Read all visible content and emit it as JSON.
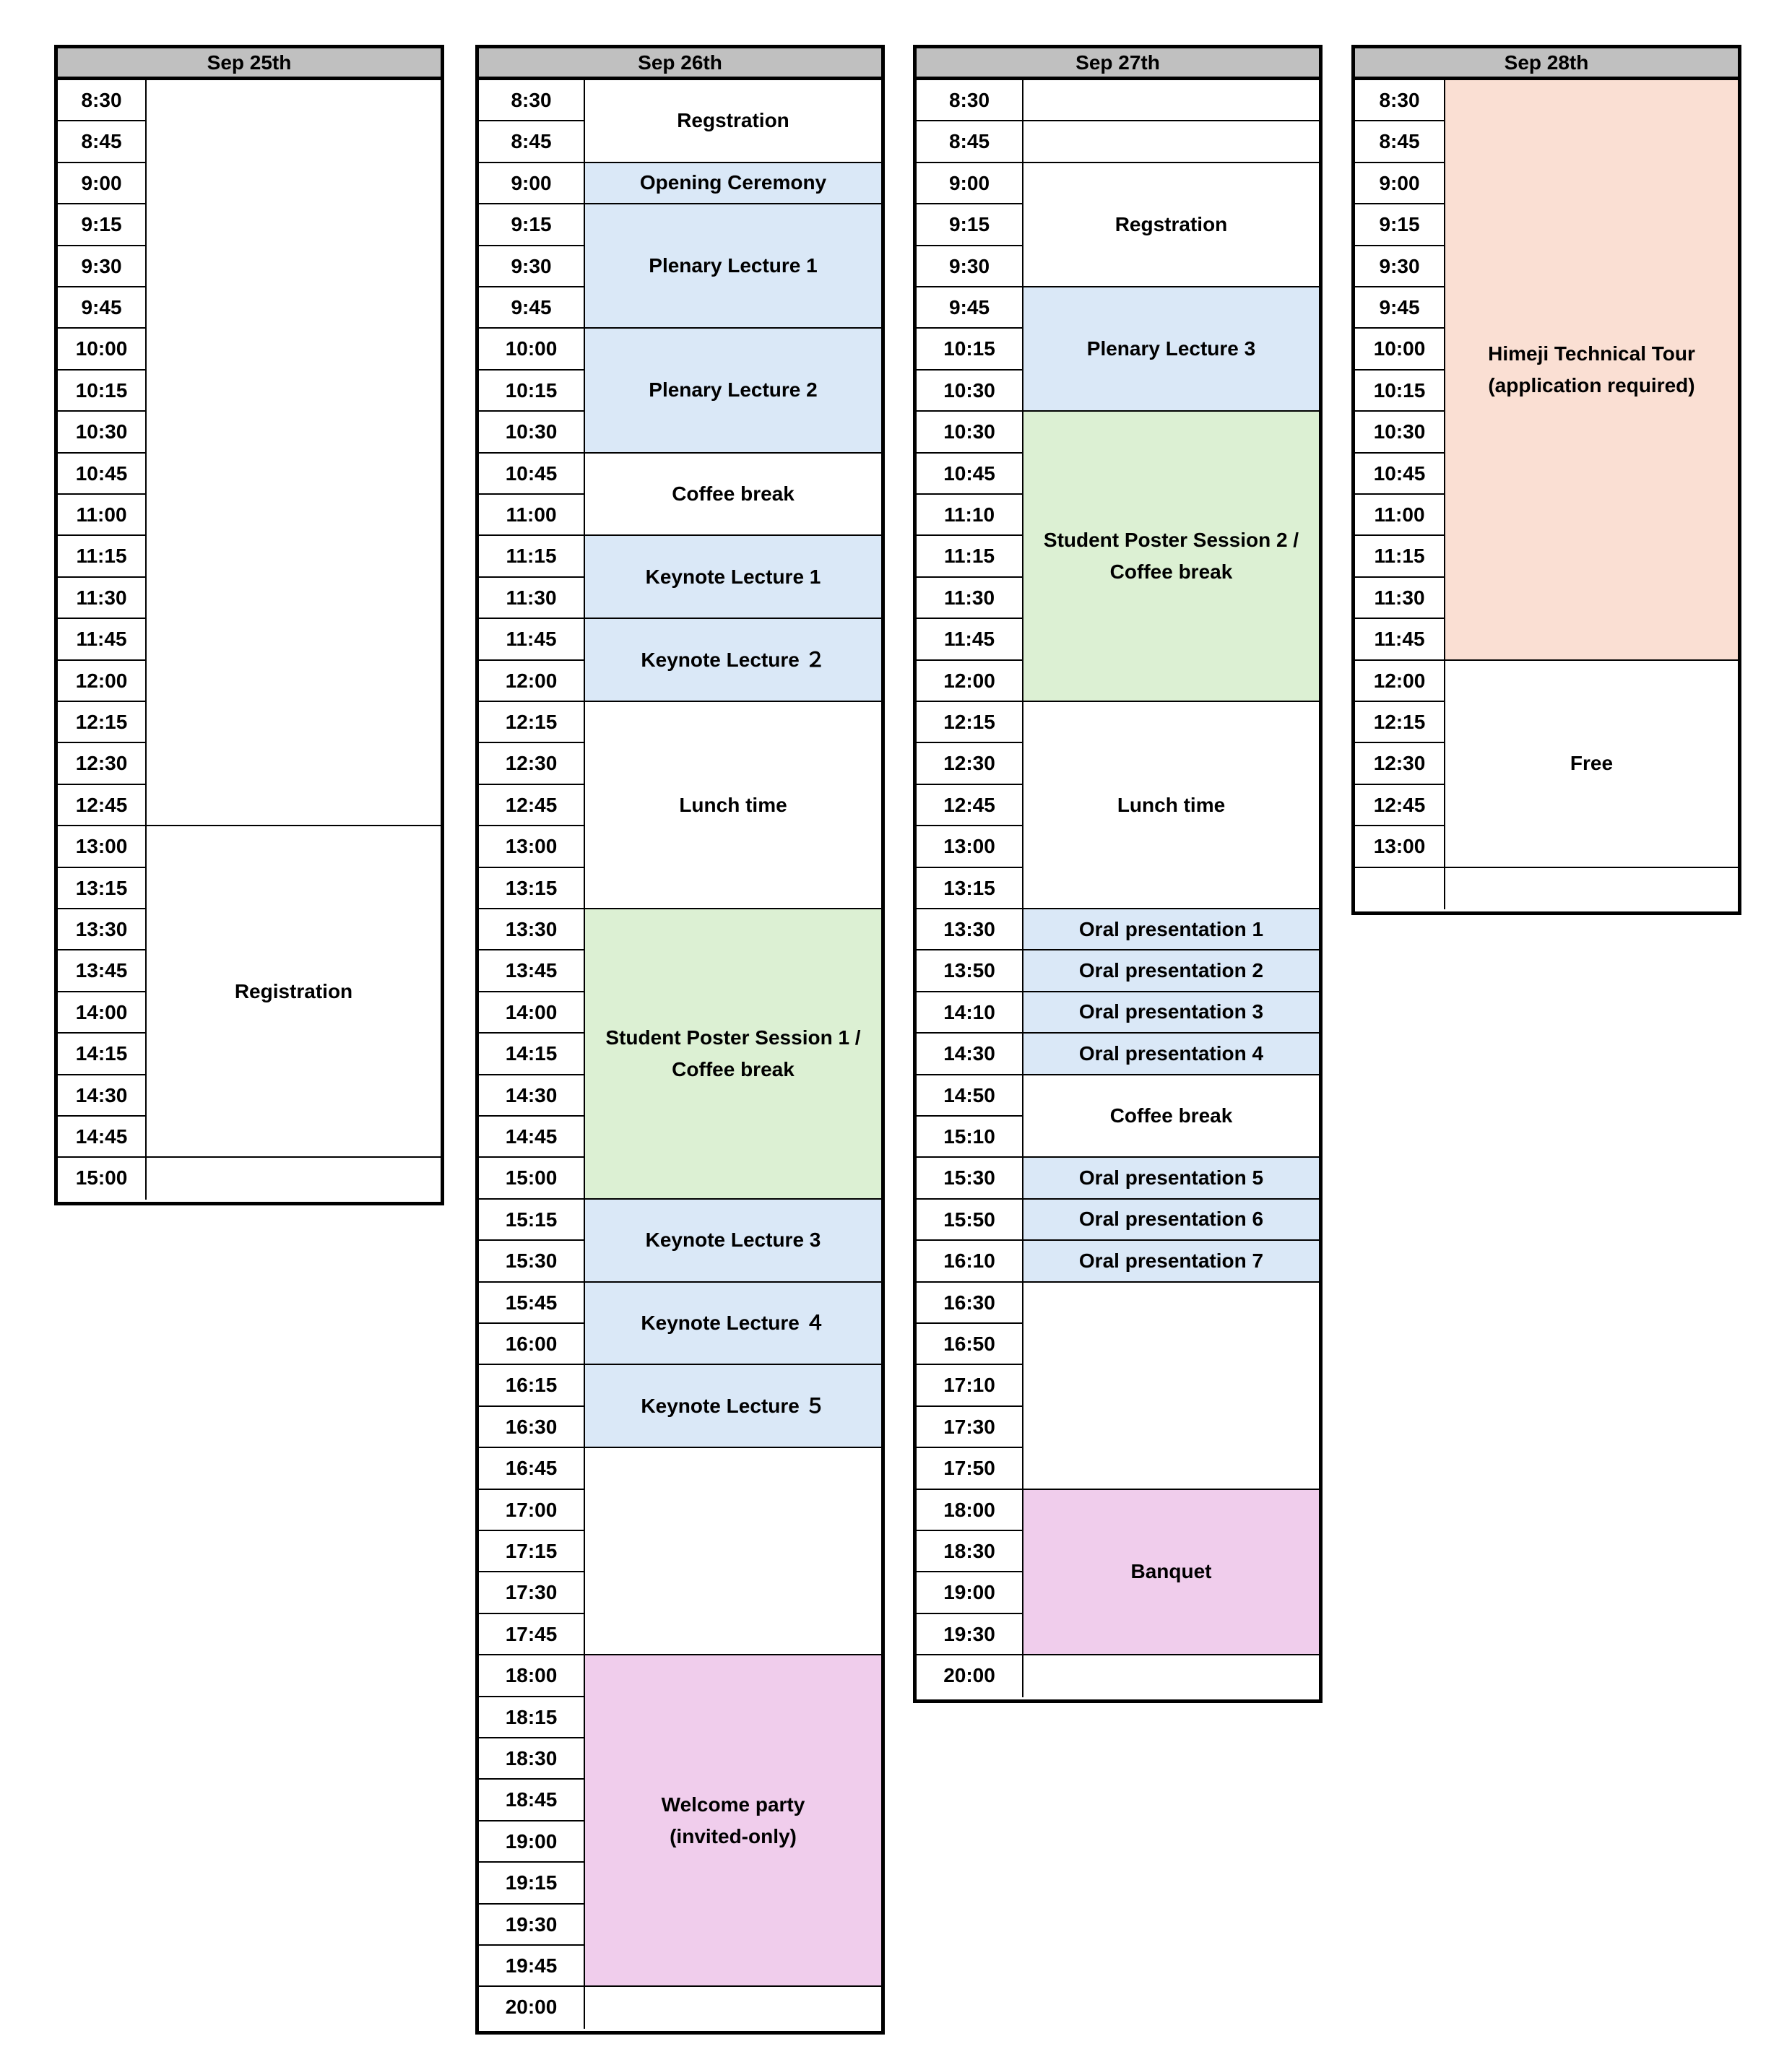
{
  "days": [
    {
      "header": "Sep 25th",
      "times": [
        "8:30",
        "8:45",
        "9:00",
        "9:15",
        "9:30",
        "9:45",
        "10:00",
        "10:15",
        "10:30",
        "10:45",
        "11:00",
        "11:15",
        "11:30",
        "11:45",
        "12:00",
        "12:15",
        "12:30",
        "12:45",
        "13:00",
        "13:15",
        "13:30",
        "13:45",
        "14:00",
        "14:15",
        "14:30",
        "14:45",
        "15:00"
      ],
      "events": [
        {
          "label": "",
          "start": 0,
          "span": 18,
          "color": "white"
        },
        {
          "label": "Registration",
          "start": 18,
          "span": 8,
          "color": "white"
        },
        {
          "label": "",
          "start": 26,
          "span": 1,
          "color": "white"
        }
      ]
    },
    {
      "header": "Sep 26th",
      "times": [
        "8:30",
        "8:45",
        "9:00",
        "9:15",
        "9:30",
        "9:45",
        "10:00",
        "10:15",
        "10:30",
        "10:45",
        "11:00",
        "11:15",
        "11:30",
        "11:45",
        "12:00",
        "12:15",
        "12:30",
        "12:45",
        "13:00",
        "13:15",
        "13:30",
        "13:45",
        "14:00",
        "14:15",
        "14:30",
        "14:45",
        "15:00",
        "15:15",
        "15:30",
        "15:45",
        "16:00",
        "16:15",
        "16:30",
        "16:45",
        "17:00",
        "17:15",
        "17:30",
        "17:45",
        "18:00",
        "18:15",
        "18:30",
        "18:45",
        "19:00",
        "19:15",
        "19:30",
        "19:45",
        "20:00"
      ],
      "events": [
        {
          "label": "Regstration",
          "start": 0,
          "span": 2,
          "color": "white"
        },
        {
          "label": "Opening Ceremony",
          "start": 2,
          "span": 1,
          "color": "blue"
        },
        {
          "label": "Plenary Lecture 1",
          "start": 3,
          "span": 3,
          "color": "blue"
        },
        {
          "label": "Plenary Lecture 2",
          "start": 6,
          "span": 3,
          "color": "blue"
        },
        {
          "label": "Coffee break",
          "start": 9,
          "span": 2,
          "color": "white"
        },
        {
          "label": "Keynote Lecture 1",
          "start": 11,
          "span": 2,
          "color": "blue"
        },
        {
          "label": "Keynote Lecture ２",
          "start": 13,
          "span": 2,
          "color": "blue"
        },
        {
          "label": "Lunch time",
          "start": 15,
          "span": 5,
          "color": "white"
        },
        {
          "label": "Student Poster Session 1 /\nCoffee break",
          "start": 20,
          "span": 7,
          "color": "green"
        },
        {
          "label": "Keynote Lecture 3",
          "start": 27,
          "span": 2,
          "color": "blue"
        },
        {
          "label": "Keynote Lecture ４",
          "start": 29,
          "span": 2,
          "color": "blue"
        },
        {
          "label": "Keynote Lecture ５",
          "start": 31,
          "span": 2,
          "color": "blue"
        },
        {
          "label": "",
          "start": 33,
          "span": 5,
          "color": "white"
        },
        {
          "label": "Welcome party\n(invited-only)",
          "start": 38,
          "span": 8,
          "color": "pink"
        },
        {
          "label": "",
          "start": 46,
          "span": 1,
          "color": "white"
        }
      ]
    },
    {
      "header": "Sep 27th",
      "times": [
        "8:30",
        "8:45",
        "9:00",
        "9:15",
        "9:30",
        "9:45",
        "10:15",
        "10:30",
        "10:30",
        "10:45",
        "11:10",
        "11:15",
        "11:30",
        "11:45",
        "12:00",
        "12:15",
        "12:30",
        "12:45",
        "13:00",
        "13:15",
        "13:30",
        "13:50",
        "14:10",
        "14:30",
        "14:50",
        "15:10",
        "15:30",
        "15:50",
        "16:10",
        "16:30",
        "16:50",
        "17:10",
        "17:30",
        "17:50",
        "18:00",
        "18:30",
        "19:00",
        "19:30",
        "20:00"
      ],
      "events": [
        {
          "label": "",
          "start": 0,
          "span": 1,
          "color": "white"
        },
        {
          "label": "",
          "start": 1,
          "span": 1,
          "color": "white"
        },
        {
          "label": "Regstration",
          "start": 2,
          "span": 3,
          "color": "white"
        },
        {
          "label": "Plenary Lecture 3",
          "start": 5,
          "span": 3,
          "color": "blue"
        },
        {
          "label": "Student Poster Session 2 /\nCoffee break",
          "start": 8,
          "span": 7,
          "color": "green"
        },
        {
          "label": "Lunch time",
          "start": 15,
          "span": 5,
          "color": "white"
        },
        {
          "label": "Oral presentation 1",
          "start": 20,
          "span": 1,
          "color": "blue"
        },
        {
          "label": "Oral presentation 2",
          "start": 21,
          "span": 1,
          "color": "blue"
        },
        {
          "label": "Oral presentation 3",
          "start": 22,
          "span": 1,
          "color": "blue"
        },
        {
          "label": "Oral presentation 4",
          "start": 23,
          "span": 1,
          "color": "blue"
        },
        {
          "label": "Coffee break",
          "start": 24,
          "span": 2,
          "color": "white"
        },
        {
          "label": "Oral presentation 5",
          "start": 26,
          "span": 1,
          "color": "blue"
        },
        {
          "label": "Oral presentation 6",
          "start": 27,
          "span": 1,
          "color": "blue"
        },
        {
          "label": "Oral presentation 7",
          "start": 28,
          "span": 1,
          "color": "blue"
        },
        {
          "label": "",
          "start": 29,
          "span": 5,
          "color": "white"
        },
        {
          "label": "Banquet",
          "start": 34,
          "span": 4,
          "color": "pink"
        },
        {
          "label": "",
          "start": 38,
          "span": 1,
          "color": "white"
        }
      ]
    },
    {
      "header": "Sep 28th",
      "times": [
        "8:30",
        "8:45",
        "9:00",
        "9:15",
        "9:30",
        "9:45",
        "10:00",
        "10:15",
        "10:30",
        "10:45",
        "11:00",
        "11:15",
        "11:30",
        "11:45",
        "12:00",
        "12:15",
        "12:30",
        "12:45",
        "13:00",
        ""
      ],
      "events": [
        {
          "label": "Himeji Technical Tour\n(application required)",
          "start": 0,
          "span": 14,
          "color": "peach"
        },
        {
          "label": "Free",
          "start": 14,
          "span": 5,
          "color": "white"
        },
        {
          "label": "",
          "start": 19,
          "span": 1,
          "color": "white"
        }
      ]
    }
  ]
}
